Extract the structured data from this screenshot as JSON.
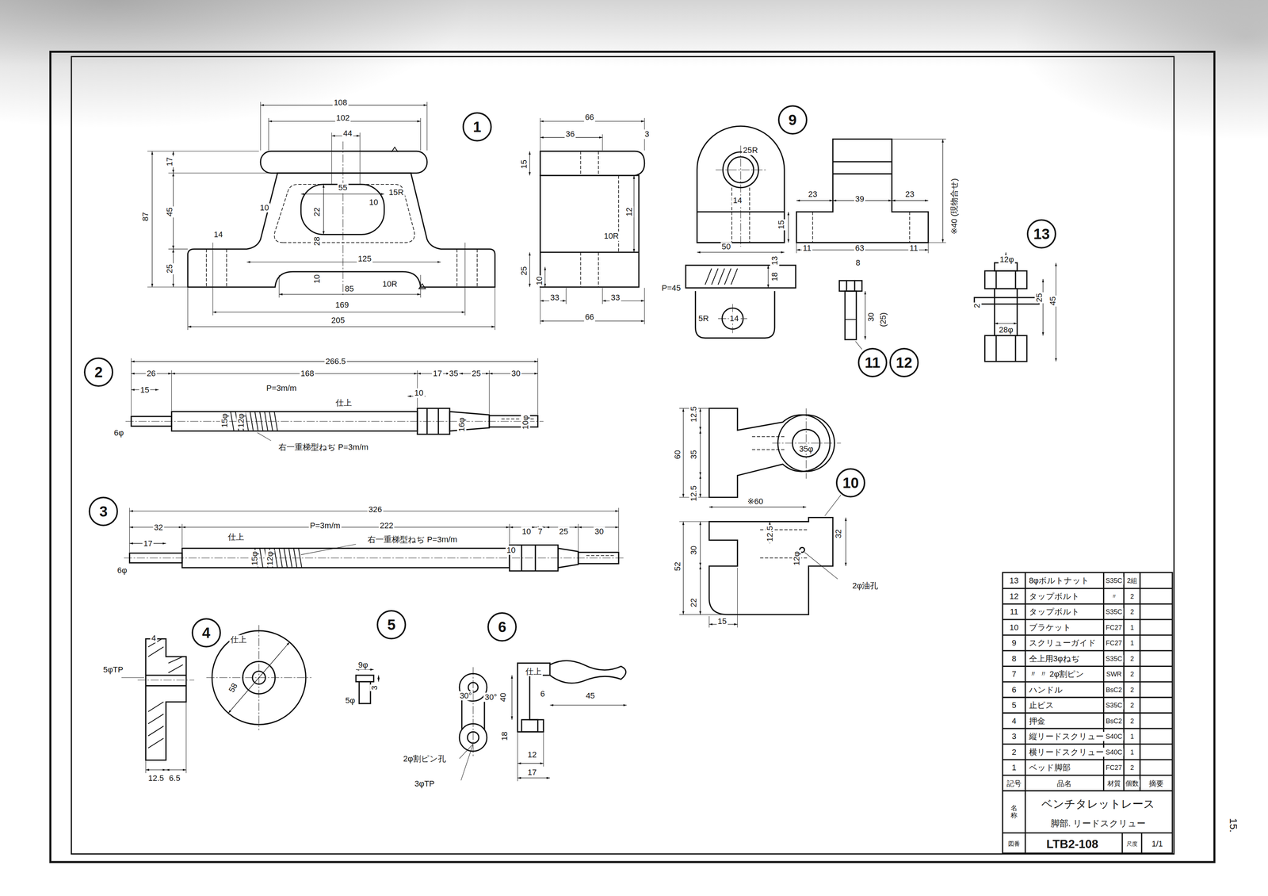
{
  "diagram": {
    "nodes": [
      {
        "text": [
          "1"
        ]
      },
      {
        "text": [
          "9"
        ]
      },
      {
        "text": [
          "13"
        ]
      },
      {
        "text": [
          "11"
        ]
      },
      {
        "text": [
          "12"
        ]
      },
      {
        "text": [
          "2"
        ]
      },
      {
        "text": [
          "10"
        ]
      },
      {
        "text": [
          "3"
        ]
      },
      {
        "text": [
          "4"
        ]
      },
      {
        "text": [
          "5"
        ]
      },
      {
        "text": [
          "6"
        ]
      }
    ],
    "labels": [
      "108",
      "102",
      "44",
      "17",
      "45",
      "87",
      "25",
      "55",
      "22",
      "28",
      "10",
      "10",
      "15R",
      "125",
      "14",
      "10",
      "85",
      "10R",
      "169",
      "205",
      "66",
      "36",
      "3",
      "15",
      "12",
      "10R",
      "25",
      "10",
      "33",
      "33",
      "66",
      "25R",
      "14",
      "15",
      "50",
      "23",
      "39",
      "23",
      "11",
      "63",
      "11",
      "※40 (現物合せ)",
      "13",
      "18",
      "P=45",
      "5R",
      "14",
      "8",
      "30",
      "(25)",
      "12φ",
      "2",
      "25",
      "45",
      "28φ",
      "266.5",
      "26",
      "168",
      "17",
      "35",
      "25",
      "30",
      "15",
      "P=3m/m",
      "10",
      "6φ",
      "15φ",
      "12φ",
      "右一重梯型ねぢ P=3m/m",
      "16φ",
      "10φ",
      "仕上",
      "326",
      "32",
      "222",
      "10",
      "7",
      "25",
      "30",
      "17",
      "P=3m/m",
      "右一重梯型ねぢ P=3m/m",
      "10",
      "6φ",
      "15φ",
      "12φ",
      "仕上",
      "5φTP",
      "4",
      "12.5",
      "6.5",
      "58",
      "仕上",
      "9φ",
      "5φ",
      "3",
      "30°",
      "30°",
      "40",
      "6",
      "45",
      "18",
      "12",
      "17",
      "2φ割ピン孔",
      "3φTP",
      "仕上",
      "12.5",
      "35",
      "12.5",
      "60",
      "※60",
      "12.5",
      "30",
      "52",
      "22",
      "15",
      "32",
      "2φ油孔",
      "35φ",
      "12φ",
      "13",
      "8φボルトナット",
      "S35C",
      "2組",
      "12",
      "タップボルト",
      "〃",
      "2",
      "11",
      "タップボルト",
      "S35C",
      "2",
      "10",
      "ブラケット",
      "FC27",
      "1",
      "9",
      "スクリューガイド",
      "FC27",
      "1",
      "8",
      "仝上用3φねぢ",
      "S35C",
      "2",
      "7",
      "〃 〃 2φ割ピン",
      "SWR",
      "2",
      "6",
      "ハンドル",
      "BsC2",
      "2",
      "5",
      "止ビス",
      "S35C",
      "2",
      "4",
      "押金",
      "BsC2",
      "2",
      "3",
      "縦リードスクリュー",
      "S40C",
      "1",
      "2",
      "横リードスクリュー",
      "S40C",
      "1",
      "1",
      "ベッド脚部",
      "FC27",
      "2",
      "記号",
      "品名",
      "材質",
      "個数",
      "摘要",
      "名称",
      "ベンチタレットレース",
      "脚部. リードスクリュー",
      "図番",
      "LTB2-108",
      "尺度",
      "1/1",
      "15."
    ]
  }
}
